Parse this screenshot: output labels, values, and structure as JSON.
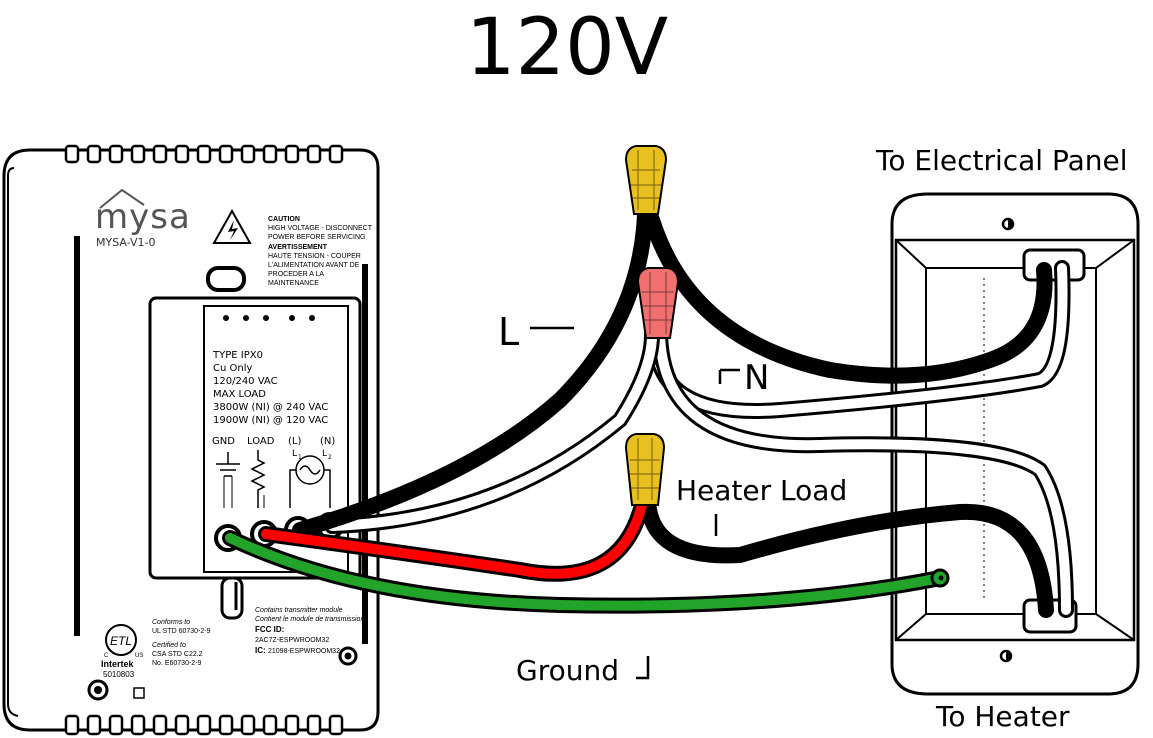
{
  "title": "120V",
  "labels": {
    "line": "L",
    "neutral": "N",
    "heater_load": "Heater Load",
    "ground": "Ground",
    "to_panel": "To Electrical Panel",
    "to_heater": "To Heater"
  },
  "device": {
    "brand": "mysa",
    "model": "MYSA-V1-0",
    "caution": [
      "CAUTION",
      "HIGH VOLTAGE - DISCONNECT",
      "POWER BEFORE SERVICING"
    ],
    "avertissement": [
      "AVERTISSEMENT",
      "HAUTE TENSION - COUPER",
      "L'ALIMENTATION AVANT DE",
      "PROCEDER A LA",
      "MAINTENANCE"
    ],
    "specs": [
      "TYPE IPX0",
      "Cu Only",
      "120/240 VAC",
      "MAX LOAD",
      "3800W (NI) @ 240 VAC",
      "1900W (NI) @ 120 VAC"
    ],
    "terminals": {
      "gnd": "GND",
      "load": "LOAD",
      "l": "(L)",
      "n": "(N)",
      "l_sub": "L",
      "l_sub_idx": "1",
      "n_sub": "L",
      "n_sub_idx": "2"
    },
    "conforms": [
      "Conforms to",
      "UL STD 60730-2-9"
    ],
    "certified": [
      "Certified to",
      "CSA STD C22.2",
      "No. E60730-2-9"
    ],
    "etl_mark": "ETL",
    "etl_c": "C",
    "etl_us": "US",
    "intertek": "Intertek",
    "intertek_id": "5010803",
    "transmitter": [
      "Contains transmitter module",
      "Contient le module de transmission"
    ],
    "fcc_label": "FCC ID:",
    "fcc_value": "2AC7Z-ESPWROOM32",
    "ic_label": "IC:",
    "ic_value": "21098-ESPWROOM32"
  },
  "colors": {
    "line_wire": "#000000",
    "neutral_wire": "#ffffff",
    "load_wire": "#ff0000",
    "ground_wire": "#22a32a",
    "wire_nut_yellow": "#e8c020",
    "wire_nut_red": "#f07070"
  }
}
